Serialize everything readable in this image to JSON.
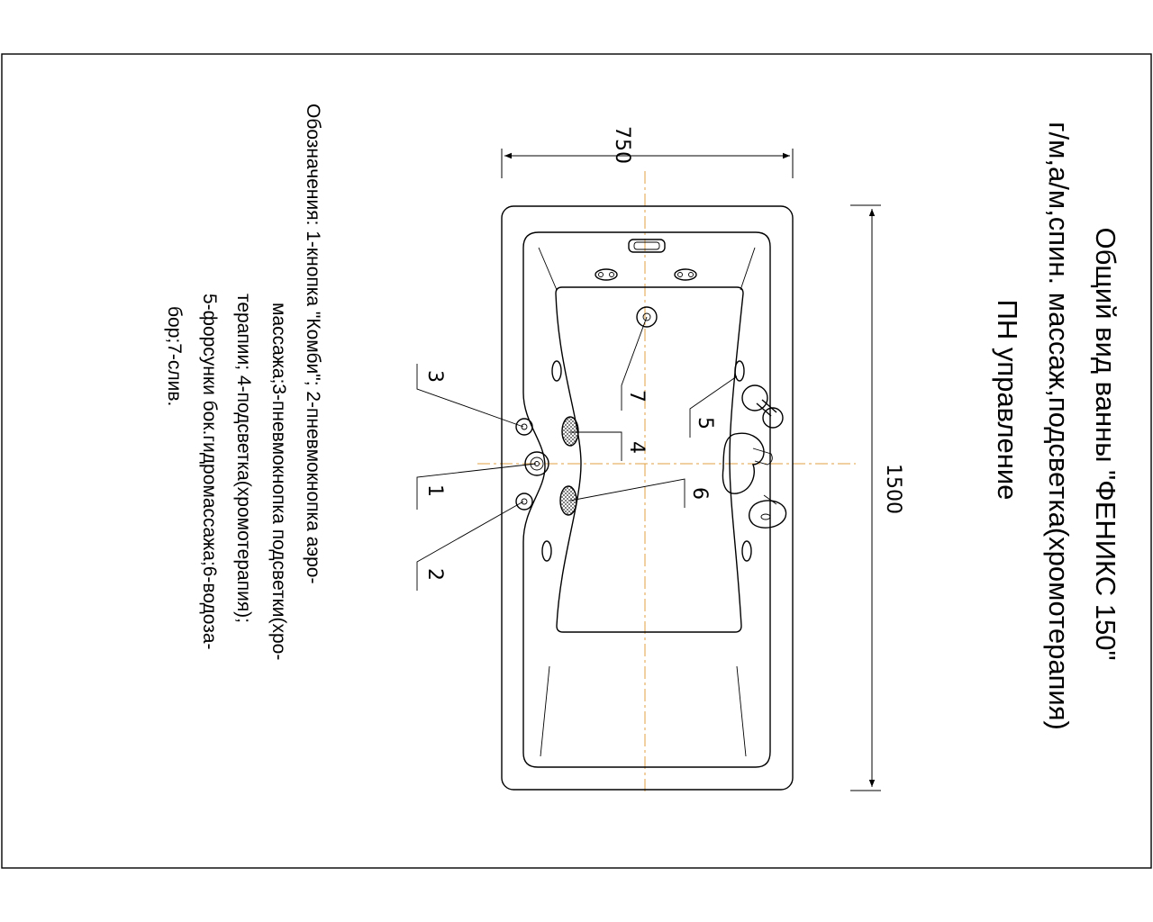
{
  "title": {
    "line1": "Общий вид ванны \"ФЕНИКС 150\"",
    "line2": "г/м,а/м,спин. массаж,подсветка(хромотерапия)",
    "line3": "ПН управление"
  },
  "dimensions": {
    "width_label": "750",
    "length_label": "1500"
  },
  "callouts": [
    "1",
    "2",
    "3",
    "4",
    "5",
    "6",
    "7"
  ],
  "legend": {
    "line1": "Обозначения: 1-кнопка \"Комби\"; 2-пневмокнопка аэро-",
    "line2": "массажа;3-пневмокнопка подсветки(хро-",
    "line3": "терапии; 4-подсветка(хромотерапия);",
    "line4": "5-форсунки бок.гидромассажа;6-водоза-",
    "line5": "бор;7-слив."
  },
  "colors": {
    "line": "#000000",
    "axis": "#e0a040",
    "background": "#ffffff"
  }
}
